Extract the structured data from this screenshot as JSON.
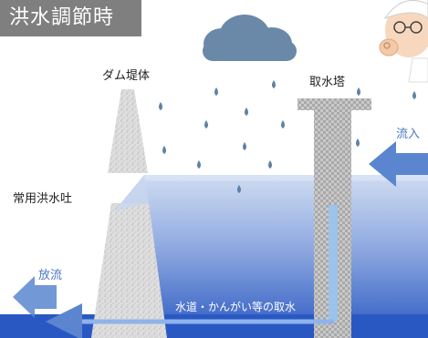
{
  "title": "洪水調節時",
  "labels": {
    "dam_body": "ダム堤体",
    "intake_tower": "取水塔",
    "spillway": "常用洪水吐",
    "inflow": "流入",
    "outflow": "放流",
    "water_intake": "水道・かんがい等の取水"
  },
  "colors": {
    "title_bg": "#7f7f7f",
    "cloud": "#6a89a8",
    "raindrop": "#5f82a6",
    "water_top": "#c7d6ef",
    "water_bottom": "#2f5fc4",
    "arrow": "#5b86cf",
    "label_blue": "#4a78c2"
  },
  "icons": {
    "cloud": "cloud-icon",
    "raindrop": "raindrop-icon",
    "mascot": "professor-character-icon"
  }
}
